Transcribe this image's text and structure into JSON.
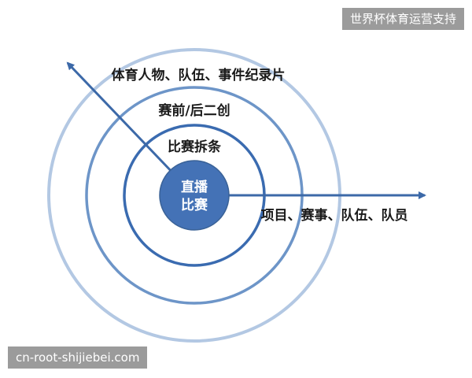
{
  "watermark_top": "世界杯体育运营支持",
  "watermark_bottom": "cn-root-shijiebei.com",
  "colors": {
    "core_fill": "#4472b6",
    "core_text": "#ffffff",
    "ring_inner": "#3a6bb0",
    "ring_middle": "#6d95c8",
    "ring_outer": "#b3c8e3",
    "arrow": "#3c69a8",
    "label": "#1a1a1a"
  },
  "diagram": {
    "core_line1": "直播",
    "core_line2": "比赛",
    "ring_inner_label": "比赛拆条",
    "ring_middle_label": "赛前/后二创",
    "ring_outer_label": "体育人物、队伍、事件纪录片",
    "axis_horizontal_label": "项目、赛事、队伍、队员"
  }
}
